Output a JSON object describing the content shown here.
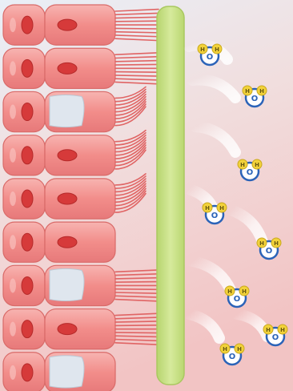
{
  "scene": {
    "description_free": true,
    "atom_labels": {
      "hydrogen": "H",
      "oxygen": "O"
    },
    "colors": {
      "cell_fill": "#f28b89",
      "cell_light": "#f8c0bd",
      "cell_edge": "#d96a68",
      "nucleus": "#d63a3a",
      "nucleus_edge": "#b52a2a",
      "goblet": "#dfe6ee",
      "cilia": "#e06464",
      "mucus_layer": "#c9e28a",
      "mucus_edge": "#a9c860",
      "lumen_top": "#e8eef6",
      "lumen_bottom": "#f3c9c9",
      "arrow": "#ffffff",
      "hydrogen": "#f2d23a",
      "oxygen_ring": "#2b63b8"
    },
    "cilia_state": [
      "upright",
      "upright",
      "bent",
      "bent",
      "bent",
      "none",
      "upright",
      "upright",
      "none"
    ],
    "goblet_rows": [
      2,
      6,
      8
    ],
    "water_molecules": 8
  }
}
